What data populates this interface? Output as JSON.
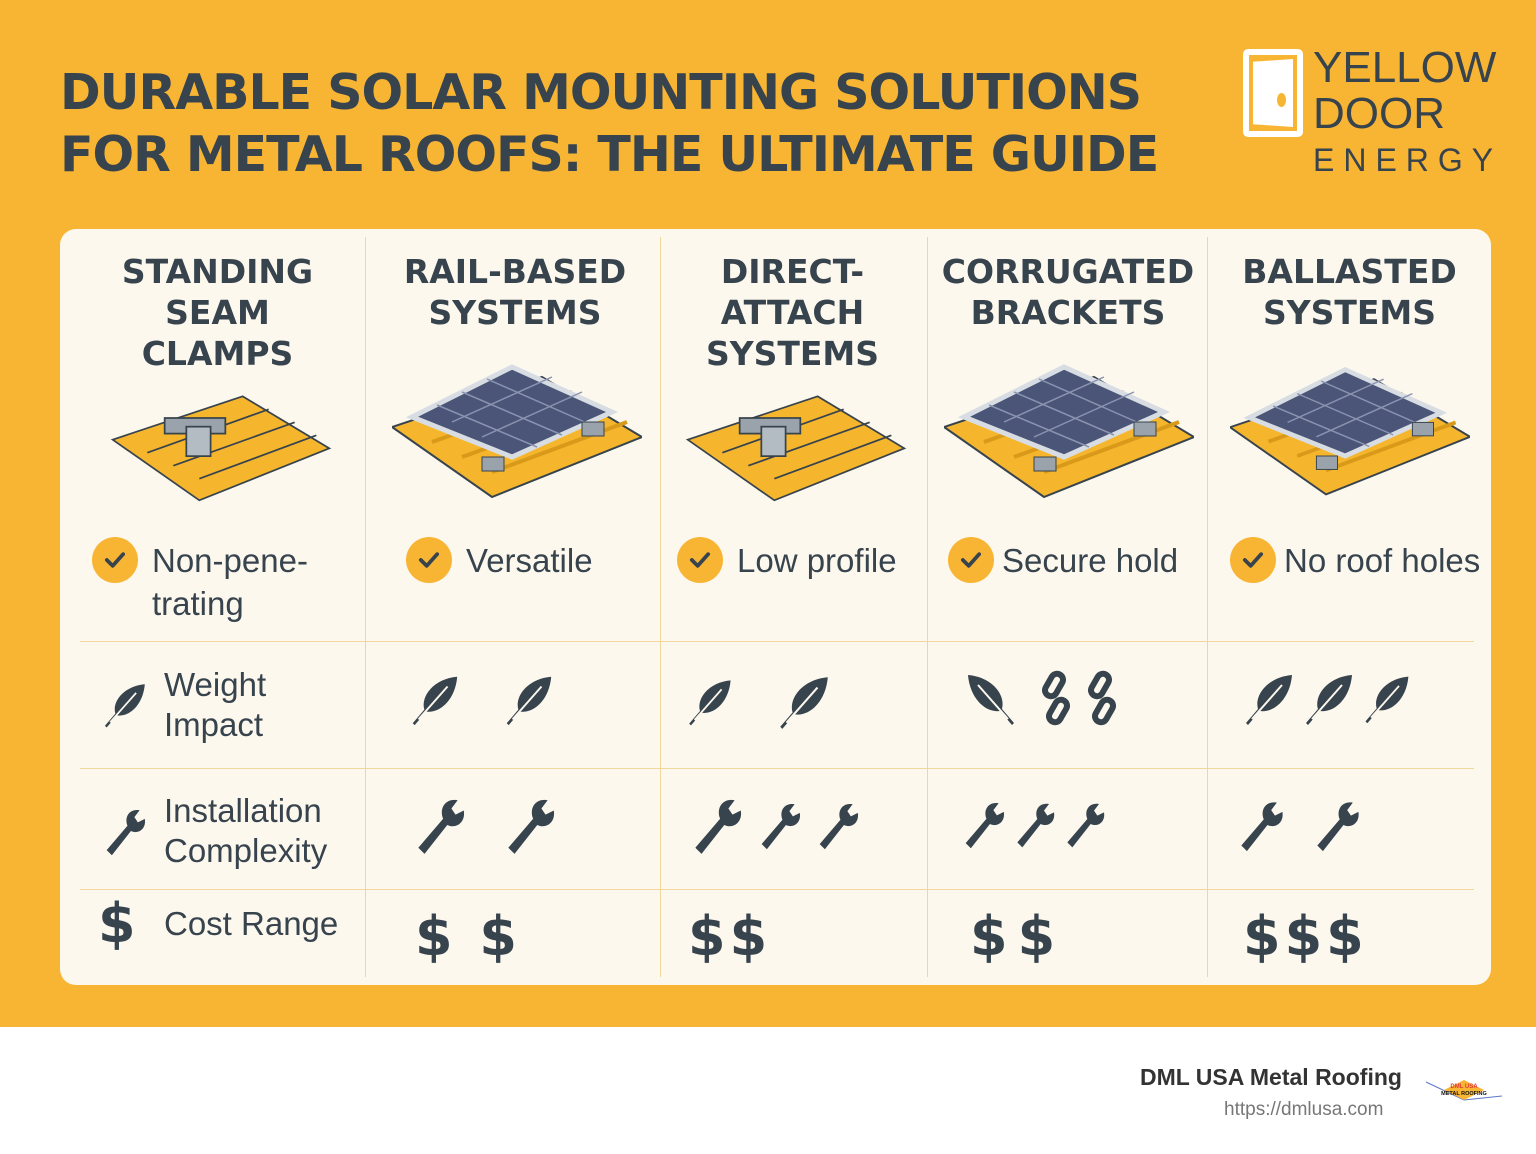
{
  "title_lines": [
    "DURABLE SOLAR MOUNTING SOLUTIONS",
    "FOR METAL ROOFS: THE ULTIMATE GUIDE"
  ],
  "brand": {
    "line1": "YELLOW",
    "line2": "DOOR",
    "line3": "ENERGY",
    "accent": "#f8b534",
    "text_color": "#37434d"
  },
  "row_labels": {
    "weight": [
      "Weight",
      "Impact"
    ],
    "installation": [
      "Installation",
      "Complexity"
    ],
    "cost": "Cost Range"
  },
  "columns": [
    {
      "header": [
        "STANDING",
        "SEAM",
        "CLAMPS"
      ],
      "feature": [
        "Non-pene-",
        "trating"
      ]
    },
    {
      "header": [
        "RAIL-BASED",
        "SYSTEMS"
      ],
      "feature": [
        "Versatile"
      ],
      "weight_icons": 2,
      "wrench_icons": 2,
      "cost": "$ $"
    },
    {
      "header": [
        "DIRECT-",
        "ATTACH",
        "SYSTEMS"
      ],
      "feature": [
        "Low profile"
      ],
      "weight_icons": 2,
      "wrench_icons": 3,
      "cost": "$$"
    },
    {
      "header": [
        "CORRUGATED",
        "BRACKETS"
      ],
      "feature": [
        "Secure hold"
      ],
      "weight_icons": 1,
      "wrench_icons": 3,
      "cost": "$$"
    },
    {
      "header": [
        "BALLASTED",
        "SYSTEMS"
      ],
      "feature": [
        "No roof holes"
      ],
      "weight_icons": 3,
      "wrench_icons": 2,
      "cost": "$$$"
    }
  ],
  "footer": {
    "company": "DML USA Metal Roofing",
    "url": "https://dmlusa.com",
    "logo_text": [
      "DML USA",
      "METAL ROOFING"
    ]
  }
}
